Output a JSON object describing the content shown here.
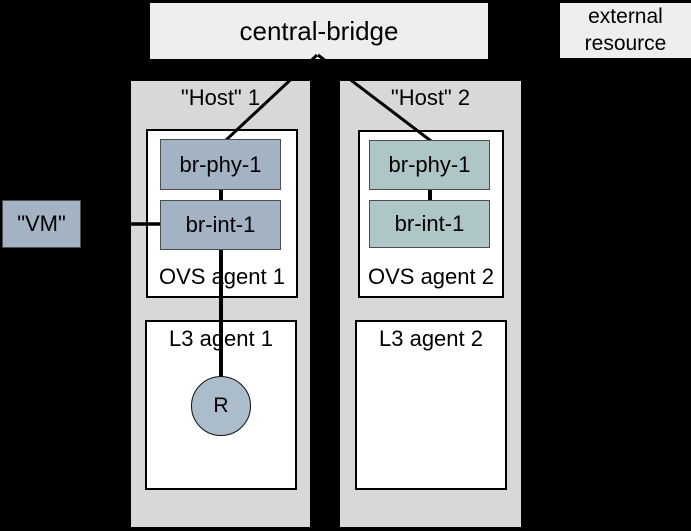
{
  "colors": {
    "background": "#000000",
    "panel_light": "#eeeeee",
    "host_panel": "#d8d8d8",
    "agent_panel": "#ffffff",
    "bridge_fill_host1": "#a3b3c3",
    "bridge_fill_host2": "#aec6c6",
    "vm_fill": "#a3b3c3",
    "router_fill": "#abbcca",
    "line": "#000000"
  },
  "central_bridge": {
    "label": "central-bridge"
  },
  "external_resource": {
    "label": "external\nresource"
  },
  "vm": {
    "label": "\"VM\""
  },
  "hosts": [
    {
      "label": "\"Host\" 1",
      "ovs_agent": {
        "label": "OVS agent 1",
        "bridges": [
          {
            "label": "br-phy-1"
          },
          {
            "label": "br-int-1"
          }
        ]
      },
      "l3_agent": {
        "label": "L3 agent 1",
        "router_label": "R"
      }
    },
    {
      "label": "\"Host\" 2",
      "ovs_agent": {
        "label": "OVS agent 2",
        "bridges": [
          {
            "label": "br-phy-1"
          },
          {
            "label": "br-int-1"
          }
        ]
      },
      "l3_agent": {
        "label": "L3 agent 2"
      }
    }
  ],
  "connections": [
    {
      "from": "central-bridge",
      "to": "host1.br-phy-1"
    },
    {
      "from": "central-bridge",
      "to": "host2.br-phy-1"
    },
    {
      "from": "host1.br-phy-1",
      "to": "host1.br-int-1"
    },
    {
      "from": "host2.br-phy-1",
      "to": "host2.br-int-1"
    },
    {
      "from": "vm",
      "to": "host1.br-int-1"
    },
    {
      "from": "host1.br-int-1",
      "to": "host1.router"
    }
  ]
}
